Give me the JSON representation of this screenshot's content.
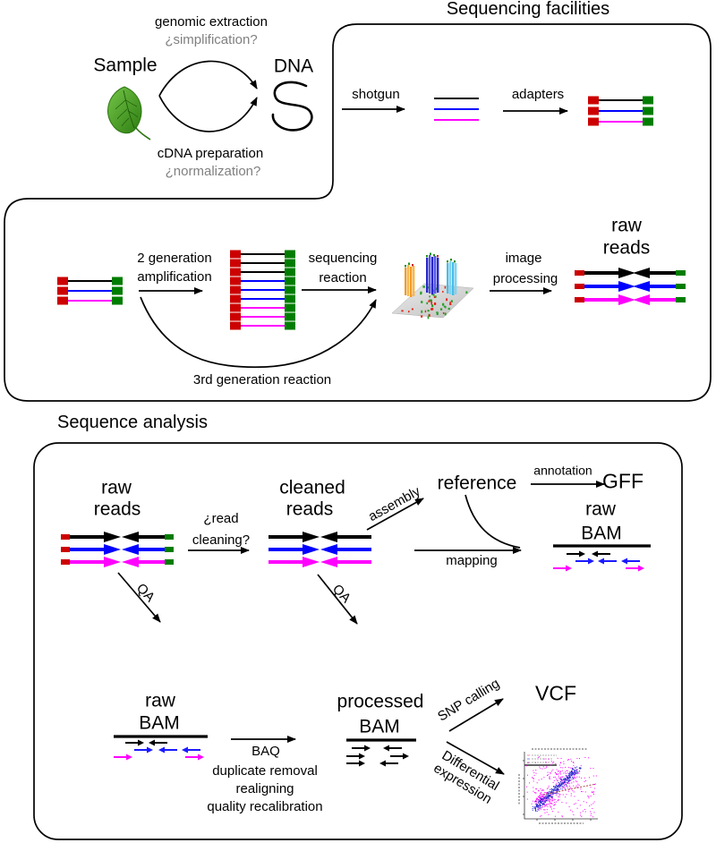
{
  "colors": {
    "adapter_red": "#cc0000",
    "adapter_green": "#007d00",
    "read_blue": "#0000ff",
    "read_magenta": "#ff00ff",
    "gray_text": "#808080"
  },
  "sample_prep": {
    "genomic_extraction": "genomic extraction",
    "simplification": "¿simplification?",
    "sample": "Sample",
    "dna": "DNA",
    "cdna_preparation": "cDNA preparation",
    "normalization": "¿normalization?"
  },
  "facilities": {
    "title": "Sequencing facilities",
    "shotgun": "shotgun",
    "adapters": "adapters",
    "amplification": [
      "2 generation",
      "amplification"
    ],
    "sequencing_reaction": [
      "sequencing",
      "reaction"
    ],
    "third_generation": "3rd generation reaction",
    "image_processing": [
      "image",
      "processing"
    ],
    "raw_reads": [
      "raw",
      "reads"
    ]
  },
  "analysis": {
    "title": "Sequence analysis",
    "raw_reads": [
      "raw",
      "reads"
    ],
    "read_cleaning": [
      "¿read",
      "cleaning?"
    ],
    "cleaned_reads": [
      "cleaned",
      "reads"
    ],
    "assembly": "assembly",
    "reference": "reference",
    "annotation": "annotation",
    "gff": "GFF",
    "mapping": "mapping",
    "raw_bam_top": [
      "raw",
      "BAM"
    ],
    "qa_left": "QA",
    "qa_right": "QA",
    "raw_bam_bottom": [
      "raw",
      "BAM"
    ],
    "processing_steps": [
      "BAQ",
      "duplicate removal",
      "realigning",
      "quality recalibration"
    ],
    "processed_bam": [
      "processed",
      "BAM"
    ],
    "snp_calling": "SNP calling",
    "vcf": "VCF",
    "differential_expression": [
      "Differential",
      "expression"
    ],
    "scatterplot": {
      "point_color_a": "#ff00ff",
      "point_color_b": "#2222cc",
      "trend_color": "#aa4444"
    }
  }
}
